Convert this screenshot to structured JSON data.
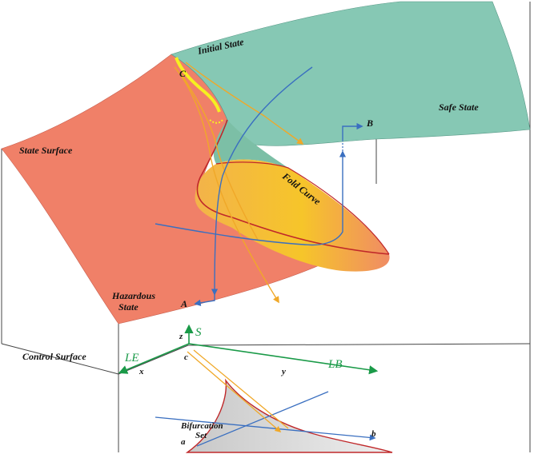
{
  "labels": {
    "initial_state": "Initial State",
    "safe_state": "Safe State",
    "state_surface": "State Surface",
    "fold_curve": "Fold Curve",
    "hazardous_state_line1": "Hazardous",
    "hazardous_state_line2": "State",
    "control_surface": "Control Surface",
    "bifurcation_set_line1": "Bifurcation",
    "bifurcation_set_line2": "Set",
    "point_a_upper": "A",
    "point_b_upper": "B",
    "point_c_upper": "C",
    "point_a_lower": "a",
    "point_b_lower": "b",
    "point_c_lower": "c",
    "axis_x": "x",
    "axis_y": "y",
    "axis_z": "z",
    "axis_le": "LE",
    "axis_lb": "LB",
    "axis_s": "S"
  },
  "colors": {
    "hazard_surface": "#f08068",
    "safe_surface": "#86c8b4",
    "fold_yellow": "#f6c52a",
    "fold_orange": "#f09a60",
    "fold_edge": "#c0282a",
    "path_blue": "#3a6fc0",
    "path_orange": "#f0a828",
    "highlight_yellow": "#f6f020",
    "axis_green": "#1a9a48",
    "bifurcation_fill": "#d6d6d6",
    "box_line": "#444444"
  }
}
